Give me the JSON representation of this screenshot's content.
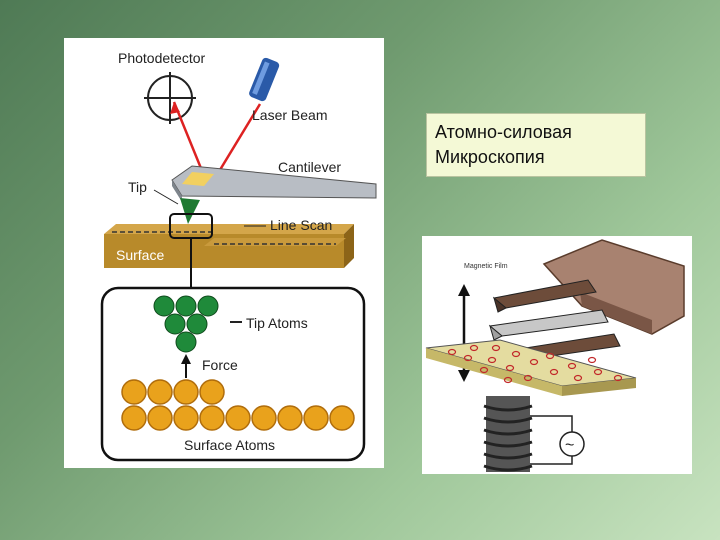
{
  "title": {
    "line1": "Атомно-силовая",
    "line2": "Микроскопия"
  },
  "afm_diagram": {
    "labels": {
      "photodetector": "Photodetector",
      "laser_beam": "Laser Beam",
      "cantilever": "Cantilever",
      "tip": "Tip",
      "line_scan": "Line Scan",
      "surface": "Surface",
      "tip_atoms": "Tip Atoms",
      "force": "Force",
      "surface_atoms": "Surface Atoms"
    },
    "colors": {
      "laser": "#d22",
      "surface": "#b88a2a",
      "tip": "#1f7a32",
      "atoms": "#e9a21c",
      "laser_source": "#2a5aa8"
    }
  },
  "mfm_diagram": {
    "labels": {
      "magnetic_film": "Magnetic Film",
      "ac_symbol": "~"
    }
  }
}
